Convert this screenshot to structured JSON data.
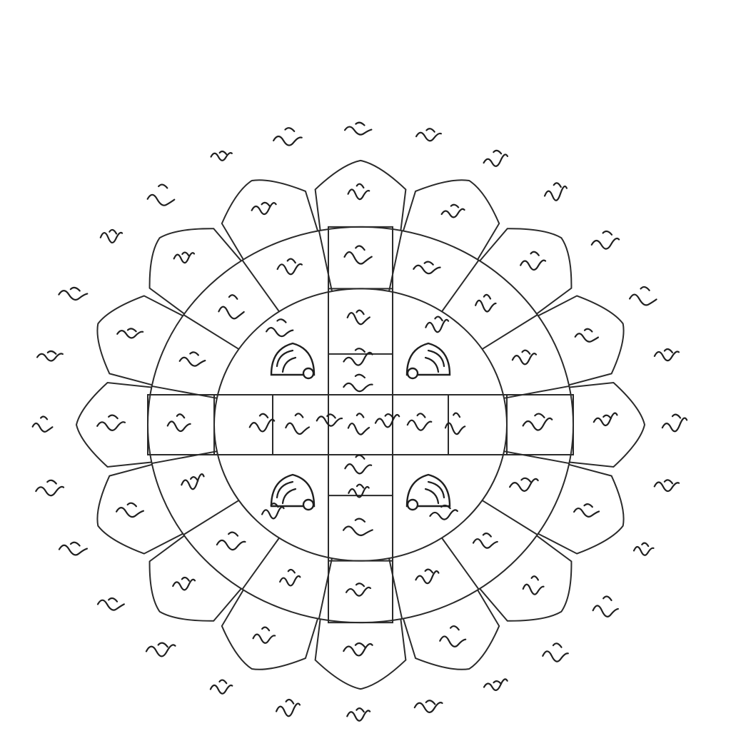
{
  "diagram": {
    "kind": "yantra",
    "ring_glyph_count": 16,
    "petal_count": 16,
    "outer_glyph_count": 28,
    "colors": {
      "ink": "#2a2a2a",
      "background": "#ffffff"
    }
  }
}
